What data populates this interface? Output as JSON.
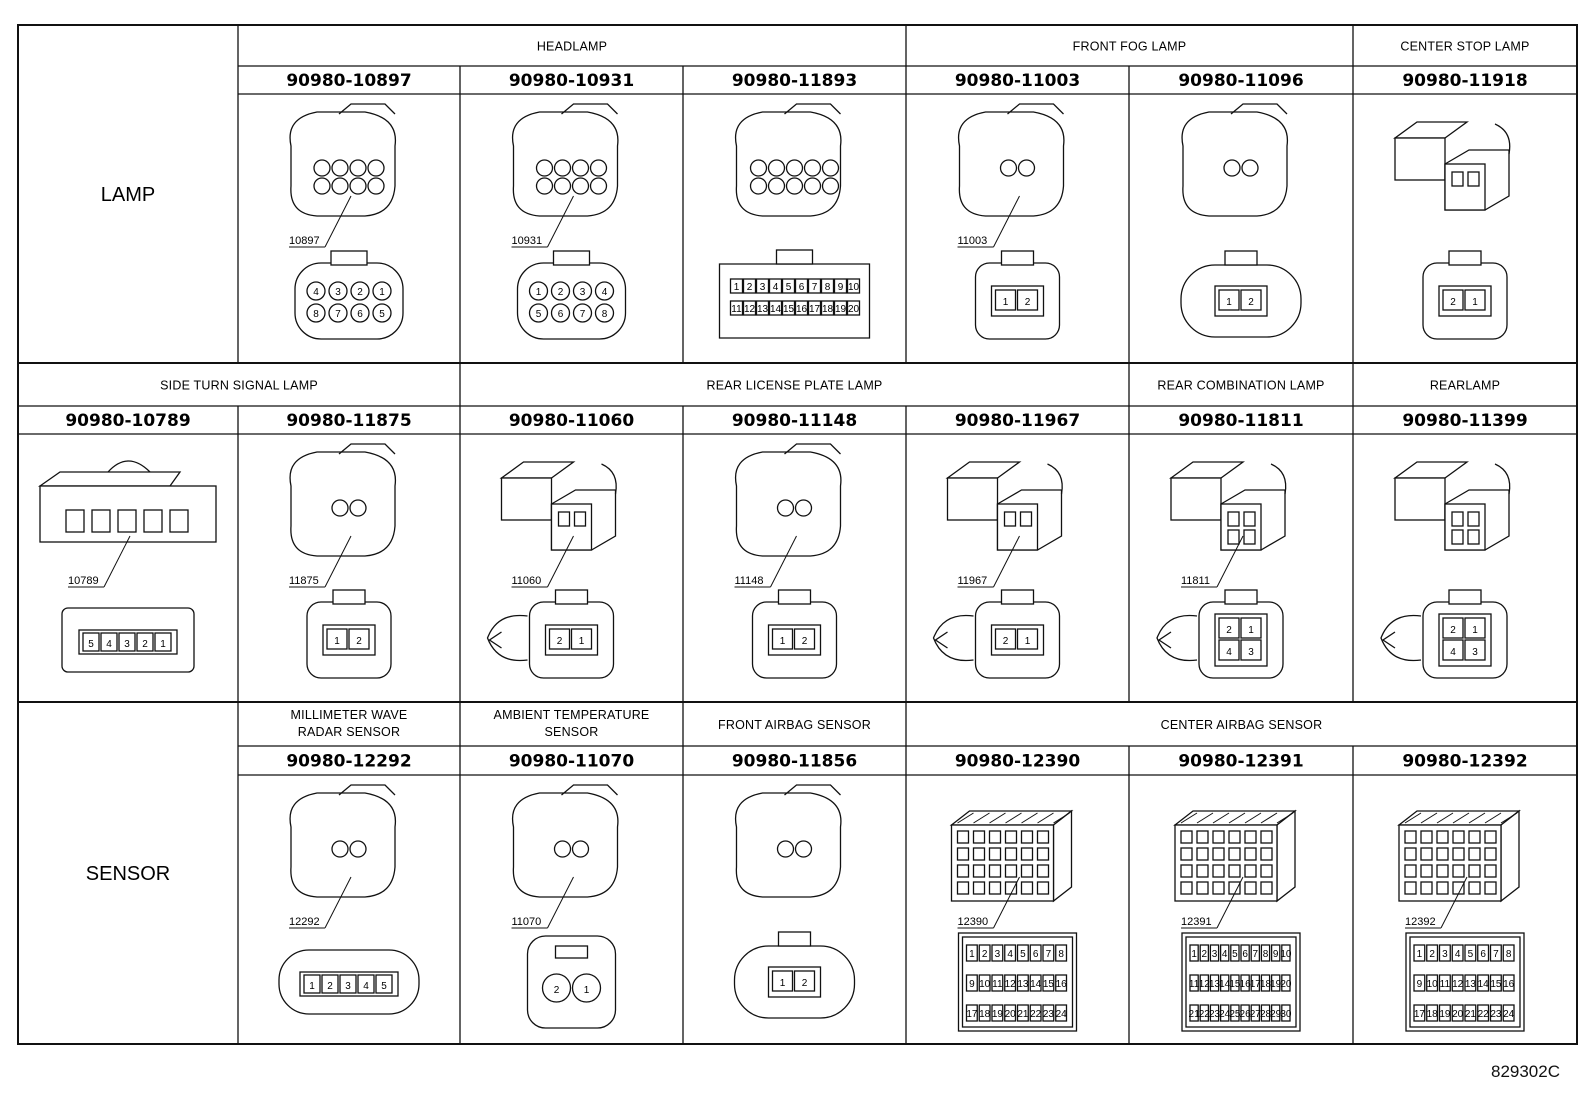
{
  "sections": {
    "lamp": "LAMP",
    "sensor": "SENSOR"
  },
  "rows": [
    {
      "headers": [
        {
          "label": "HEADLAMP",
          "start": 1,
          "span": 3
        },
        {
          "label": "FRONT FOG LAMP",
          "start": 4,
          "span": 2
        },
        {
          "label": "CENTER STOP LAMP",
          "start": 6,
          "span": 1
        }
      ],
      "parts": [
        {
          "col": 1,
          "number": "90980-10897",
          "tag": "10897",
          "pins": [
            "4",
            "3",
            "2",
            "1",
            "8",
            "7",
            "6",
            "5"
          ],
          "style": "round"
        },
        {
          "col": 2,
          "number": "90980-10931",
          "tag": "10931",
          "pins": [
            "1",
            "2",
            "3",
            "4",
            "5",
            "6",
            "7",
            "8"
          ],
          "style": "round-body"
        },
        {
          "col": 3,
          "number": "90980-11893",
          "tag": "",
          "pins": [
            "1",
            "2",
            "3",
            "4",
            "5",
            "6",
            "7",
            "8",
            "9",
            "10",
            "11",
            "12",
            "13",
            "14",
            "15",
            "16",
            "17",
            "18",
            "19",
            "20"
          ],
          "style": "grid"
        },
        {
          "col": 4,
          "number": "90980-11003",
          "tag": "11003",
          "pins": [
            "1",
            "2"
          ],
          "style": "twin"
        },
        {
          "col": 5,
          "number": "90980-11096",
          "tag": "",
          "pins": [
            "1",
            "2"
          ],
          "style": "oval"
        },
        {
          "col": 6,
          "number": "90980-11918",
          "tag": "",
          "pins": [
            "2",
            "1"
          ],
          "style": "tall"
        }
      ]
    },
    {
      "headers": [
        {
          "label": "SIDE TURN SIGNAL LAMP",
          "start": 0,
          "span": 2
        },
        {
          "label": "REAR LICENSE PLATE LAMP",
          "start": 2,
          "span": 3
        },
        {
          "label": "REAR COMBINATION LAMP",
          "start": 5,
          "span": 1
        },
        {
          "label": "REARLAMP",
          "start": 6,
          "span": 1
        }
      ],
      "parts": [
        {
          "col": 0,
          "number": "90980-10789",
          "tag": "10789",
          "pins": [
            "5",
            "4",
            "3",
            "2",
            "1"
          ],
          "style": "strip"
        },
        {
          "col": 1,
          "number": "90980-11875",
          "tag": "11875",
          "pins": [
            "1",
            "2"
          ],
          "style": "twin"
        },
        {
          "col": 2,
          "number": "90980-11060",
          "tag": "11060",
          "pins": [
            "2",
            "1"
          ],
          "style": "clip"
        },
        {
          "col": 3,
          "number": "90980-11148",
          "tag": "11148",
          "pins": [
            "1",
            "2"
          ],
          "style": "twin"
        },
        {
          "col": 4,
          "number": "90980-11967",
          "tag": "11967",
          "pins": [
            "2",
            "1"
          ],
          "style": "clip"
        },
        {
          "col": 5,
          "number": "90980-11811",
          "tag": "11811",
          "pins": [
            "2",
            "1",
            "4",
            "3"
          ],
          "style": "clip4"
        },
        {
          "col": 6,
          "number": "90980-11399",
          "tag": "",
          "pins": [
            "2",
            "1",
            "4",
            "3"
          ],
          "style": "clip4"
        }
      ]
    },
    {
      "headers": [
        {
          "label": "MILLIMETER WAVE",
          "label2": "RADAR SENSOR",
          "start": 1,
          "span": 1
        },
        {
          "label": "AMBIENT TEMPERATURE",
          "label2": "SENSOR",
          "start": 2,
          "span": 1
        },
        {
          "label": "FRONT AIRBAG SENSOR",
          "start": 3,
          "span": 1
        },
        {
          "label": "CENTER AIRBAG SENSOR",
          "start": 4,
          "span": 3
        }
      ],
      "parts": [
        {
          "col": 1,
          "number": "90980-12292",
          "tag": "12292",
          "pins": [
            "1",
            "2",
            "3",
            "4",
            "5"
          ],
          "style": "strip-oval"
        },
        {
          "col": 2,
          "number": "90980-11070",
          "tag": "11070",
          "pins": [
            "2",
            "1"
          ],
          "style": "roundpair"
        },
        {
          "col": 3,
          "number": "90980-11856",
          "tag": "",
          "pins": [
            "1",
            "2"
          ],
          "style": "oval"
        },
        {
          "col": 4,
          "number": "90980-12390",
          "tag": "12390",
          "pins": [
            "1",
            "2",
            "3",
            "4",
            "5",
            "6",
            "7",
            "8",
            "9",
            "10",
            "11",
            "12",
            "13",
            "14",
            "15",
            "16",
            "17",
            "18",
            "19",
            "20",
            "21",
            "22",
            "23",
            "24"
          ],
          "style": "block"
        },
        {
          "col": 5,
          "number": "90980-12391",
          "tag": "12391",
          "pins": [
            "1",
            "2",
            "3",
            "4",
            "5",
            "6",
            "7",
            "8",
            "9",
            "10",
            "11",
            "12",
            "13",
            "14",
            "15",
            "16",
            "17",
            "18",
            "19",
            "20",
            "21",
            "22",
            "23",
            "24",
            "25",
            "26",
            "27",
            "28",
            "29",
            "30"
          ],
          "style": "block"
        },
        {
          "col": 6,
          "number": "90980-12392",
          "tag": "12392",
          "pins": [
            "1",
            "2",
            "3",
            "4",
            "5",
            "6",
            "7",
            "8",
            "9",
            "10",
            "11",
            "12",
            "13",
            "14",
            "15",
            "16",
            "17",
            "18",
            "19",
            "20",
            "21",
            "22",
            "23",
            "24"
          ],
          "style": "block"
        }
      ]
    }
  ],
  "reference": "829302C"
}
